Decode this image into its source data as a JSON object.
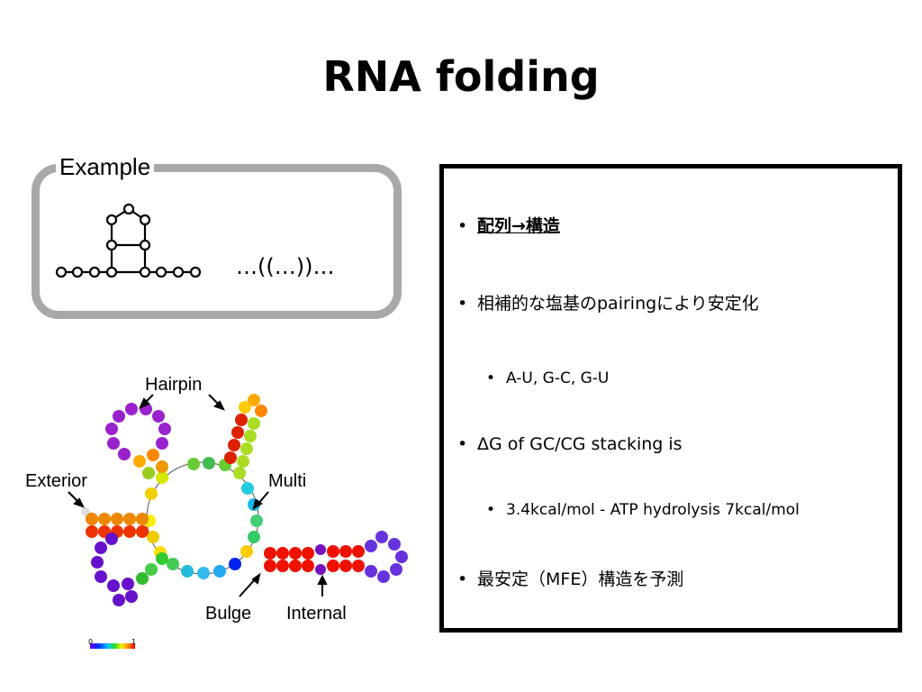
{
  "title": "RNA folding",
  "example": {
    "label": "Example",
    "dot_bracket": "…((…))…"
  },
  "figure": {
    "labels": {
      "hairpin": "Hairpin",
      "exterior": "Exterior",
      "multi": "Multi",
      "bulge": "Bulge",
      "internal": "Internal"
    },
    "scale": {
      "min": "0",
      "max": "1"
    }
  },
  "bullets": [
    {
      "text": "配列→構造",
      "style": "heading"
    },
    {
      "text": "相補的な塩基のpairingにより安定化",
      "style": "normal"
    },
    {
      "text": "A-U, G-C, G-U",
      "style": "sub"
    },
    {
      "text": "ΔG of GC/CG stacking is",
      "style": "normal"
    },
    {
      "text": "3.4kcal/mol - ATP hydrolysis  7kcal/mol",
      "style": "sub"
    },
    {
      "text": "最安定（MFE）構造を予測",
      "style": "normal"
    }
  ]
}
